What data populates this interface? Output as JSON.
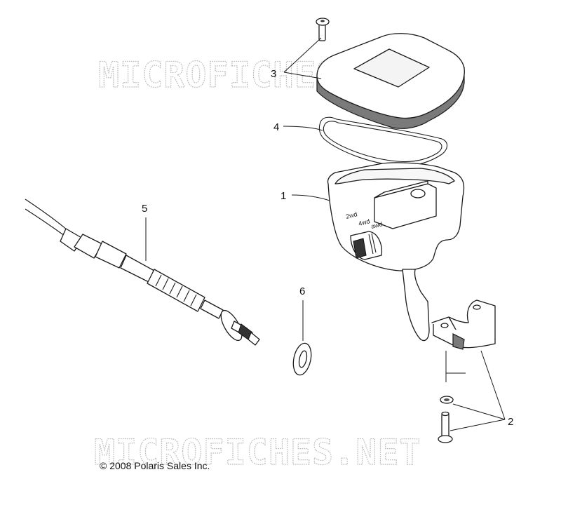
{
  "watermark": {
    "top": "MICROFICHES.NET",
    "bottom": "MICROFICHES.NET"
  },
  "callouts": {
    "c1": "1",
    "c2": "2",
    "c3": "3",
    "c4": "4",
    "c5": "5",
    "c6": "6"
  },
  "housing_marks": {
    "two_wd": "2wd",
    "four_wd": "4wd",
    "all_wd": "awd"
  },
  "copyright": "© 2008 Polaris Sales Inc."
}
